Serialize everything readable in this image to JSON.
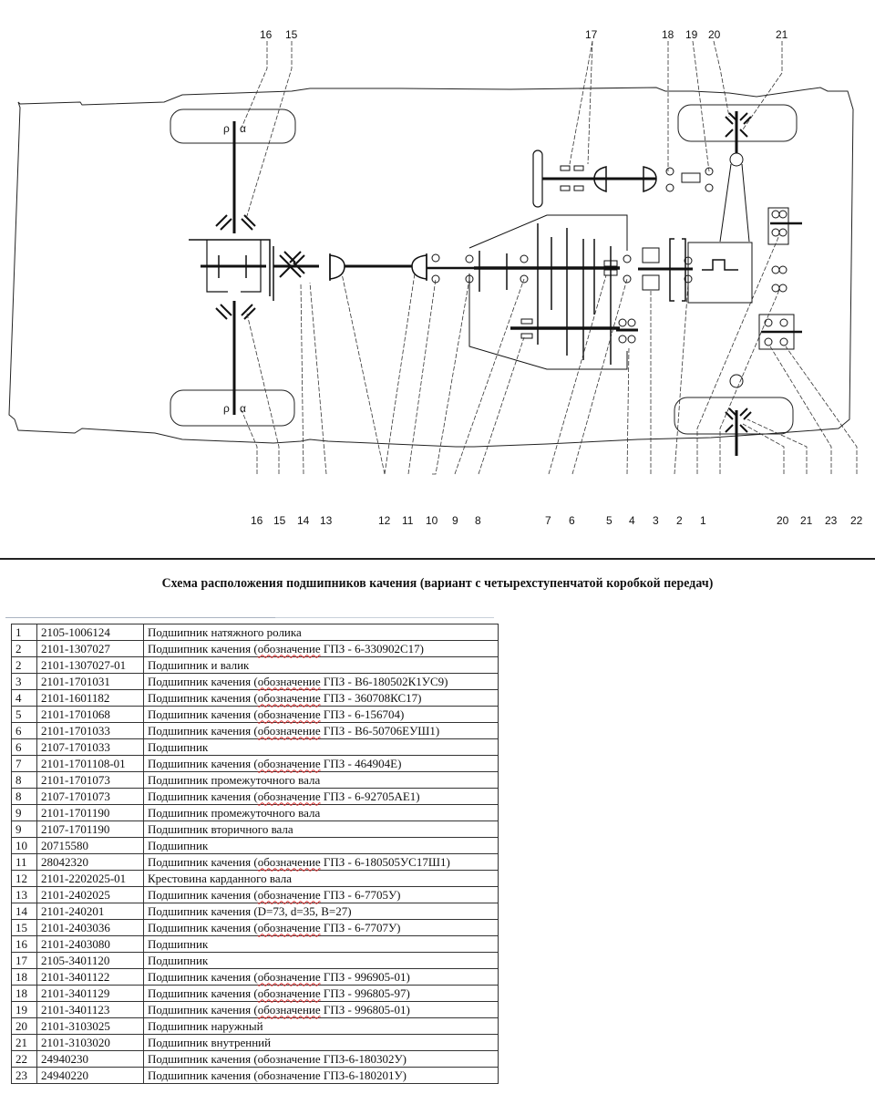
{
  "diagram": {
    "title": "Car drivetrain bearing location diagram",
    "callouts_top": [
      "16",
      "15",
      "17",
      "18",
      "19",
      "20",
      "21"
    ],
    "callouts_bottom": [
      "16",
      "15",
      "14",
      "13",
      "12",
      "11",
      "10",
      "9",
      "8",
      "7",
      "6",
      "5",
      "4",
      "3",
      "2",
      "1",
      "20",
      "21",
      "23",
      "22"
    ]
  },
  "caption": "Схема расположения подшипников качения (вариант с четырехступенчатой коробкой передач)",
  "table": {
    "rows": [
      {
        "num": "1",
        "code": "2105-1006124",
        "desc": "Подшипник натяжного ролика"
      },
      {
        "num": "2",
        "code": "2101-1307027",
        "desc": "Подшипник качения (обозначение ГПЗ - 6-330902С17)"
      },
      {
        "num": "2",
        "code": "2101-1307027-01",
        "desc": "Подшипник и валик"
      },
      {
        "num": "3",
        "code": "2101-1701031",
        "desc": "Подшипник качения (обозначение ГПЗ - В6-180502К1УС9)"
      },
      {
        "num": "4",
        "code": "2101-1601182",
        "desc": "Подшипник качения (обозначение ГПЗ - 360708КС17)"
      },
      {
        "num": "5",
        "code": "2101-1701068",
        "desc": "Подшипник качения (обозначение ГПЗ - 6-156704)"
      },
      {
        "num": "6",
        "code": "2101-1701033",
        "desc": "Подшипник качения (обозначение ГПЗ - В6-50706ЕУШ1)"
      },
      {
        "num": "6",
        "code": "2107-1701033",
        "desc": "Подшипник"
      },
      {
        "num": "7",
        "code": "2101-1701108-01",
        "desc": "Подшипник качения (обозначение ГПЗ - 464904Е)"
      },
      {
        "num": "8",
        "code": "2101-1701073",
        "desc": "Подшипник промежуточного вала"
      },
      {
        "num": "8",
        "code": "2107-1701073",
        "desc": "Подшипник качения (обозначение ГПЗ - 6-92705АЕ1)"
      },
      {
        "num": "9",
        "code": "2101-1701190",
        "desc": "Подшипник промежуточного вала"
      },
      {
        "num": "9",
        "code": "2107-1701190",
        "desc": "Подшипник вторичного вала"
      },
      {
        "num": "10",
        "code": "20715580",
        "desc": "Подшипник"
      },
      {
        "num": "11",
        "code": "28042320",
        "desc": "Подшипник качения (обозначение ГПЗ - 6-180505УС17Ш1)"
      },
      {
        "num": "12",
        "code": "2101-2202025-01",
        "desc": "Крестовина карданного вала"
      },
      {
        "num": "13",
        "code": "2101-2402025",
        "desc": "Подшипник качения (обозначение ГПЗ - 6-7705У)"
      },
      {
        "num": "14",
        "code": "2101-240201",
        "desc": "Подшипник качения (D=73, d=35, B=27)"
      },
      {
        "num": "15",
        "code": "2101-2403036",
        "desc": "Подшипник качения (обозначение ГПЗ - 6-7707У)"
      },
      {
        "num": "16",
        "code": "2101-2403080",
        "desc": "Подшипник"
      },
      {
        "num": "17",
        "code": "2105-3401120",
        "desc": "Подшипник"
      },
      {
        "num": "18",
        "code": "2101-3401122",
        "desc": "Подшипник качения (обозначение ГПЗ - 996905-01)"
      },
      {
        "num": "18",
        "code": "2101-3401129",
        "desc": "Подшипник качения (обозначение ГПЗ - 996805-97)"
      },
      {
        "num": "19",
        "code": "2101-3401123",
        "desc": "Подшипник качения (обозначение ГПЗ - 996805-01)"
      },
      {
        "num": "20",
        "code": "2101-3103025",
        "desc": "Подшипник наружный"
      },
      {
        "num": "21",
        "code": "2101-3103020",
        "desc": "Подшипник внутренний"
      },
      {
        "num": "22",
        "code": "24940230",
        "desc": "Подшипник качения (обозначение ГПЗ-6-180302У)"
      },
      {
        "num": "23",
        "code": "24940220",
        "desc": "Подшипник качения (обозначение ГПЗ-6-180201У)"
      }
    ]
  }
}
